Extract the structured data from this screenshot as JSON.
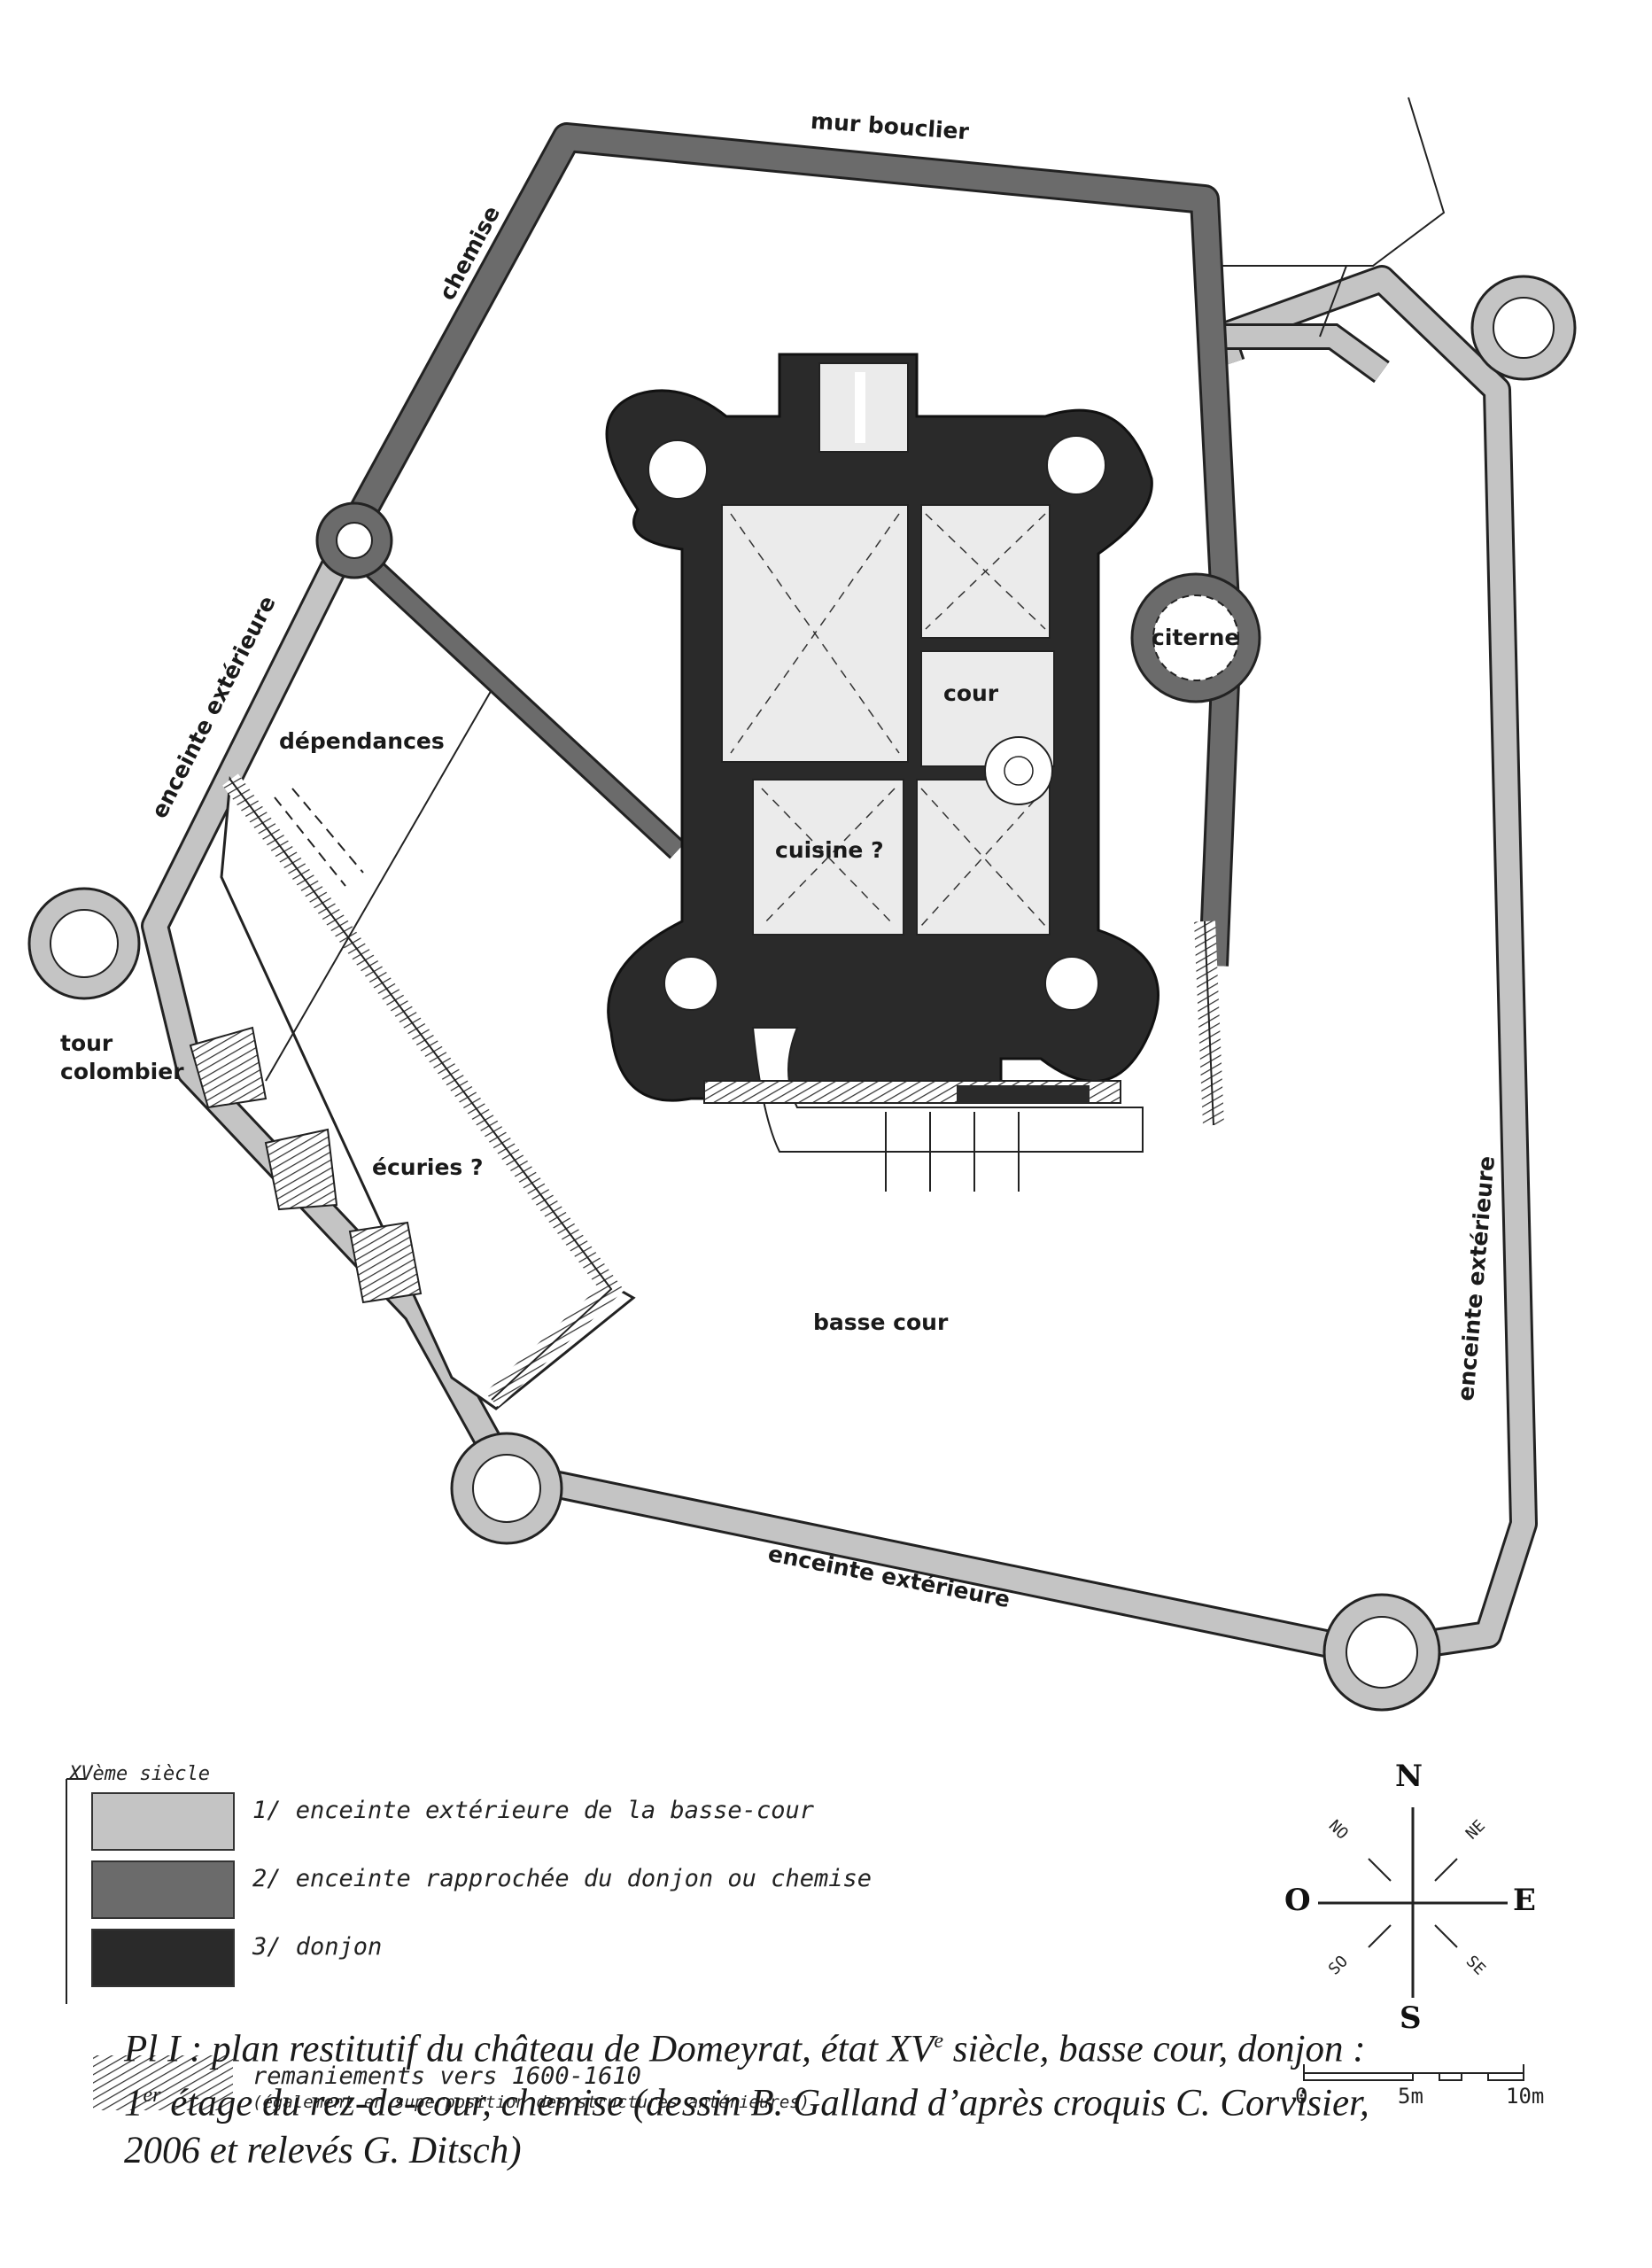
{
  "colors": {
    "enceinte_exterieure": "#c4c4c4",
    "chemise": "#6b6b6b",
    "donjon": "#2a2a2a",
    "room_fill": "#ebebeb",
    "background": "#ffffff"
  },
  "map_labels": {
    "mur_bouclier": "mur bouclier",
    "chemise": "chemise",
    "enceinte_exterieure_left": "enceinte extérieure",
    "enceinte_exterieure_right": "enceinte extérieure",
    "enceinte_exterieure_bottom": "enceinte extérieure",
    "dependances": "dépendances",
    "tour_colombier_1": "tour",
    "tour_colombier_2": "colombier",
    "ecuries": "écuries ?",
    "basse_cour": "basse cour",
    "cour": "cour",
    "cuisine": "cuisine ?",
    "citerne": "citerne"
  },
  "legend": {
    "title": "XVème siècle",
    "items": [
      {
        "label": "1/ enceinte extérieure de la basse-cour",
        "swatch": "enceinte_exterieure"
      },
      {
        "label": "2/ enceinte rapprochée du donjon ou chemise",
        "swatch": "chemise"
      },
      {
        "label": "3/ donjon",
        "swatch": "donjon"
      }
    ],
    "hatch_label": "remaniements vers 1600-1610",
    "hatch_sublabel": "(également en superposition des structures antérieures)"
  },
  "compass": {
    "n": "N",
    "s": "S",
    "e": "E",
    "o": "O",
    "no": "NO",
    "ne": "NE",
    "so": "SO",
    "se": "SE"
  },
  "scale": {
    "zero": "0",
    "mid": "5m",
    "end": "10m"
  },
  "caption": {
    "line1_a": "Pl I : plan restitutif du château de Domeyrat, état XV",
    "line1_sup": "e",
    "line1_b": " siècle, basse cour, donjon :",
    "line2_a": "1",
    "line2_sup": "er",
    "line2_b": " étage du rez-de-cour, chemise (dessin B. Galland d’après croquis C. Corvisier,",
    "line3": "2006 et relevés G. Ditsch)"
  }
}
